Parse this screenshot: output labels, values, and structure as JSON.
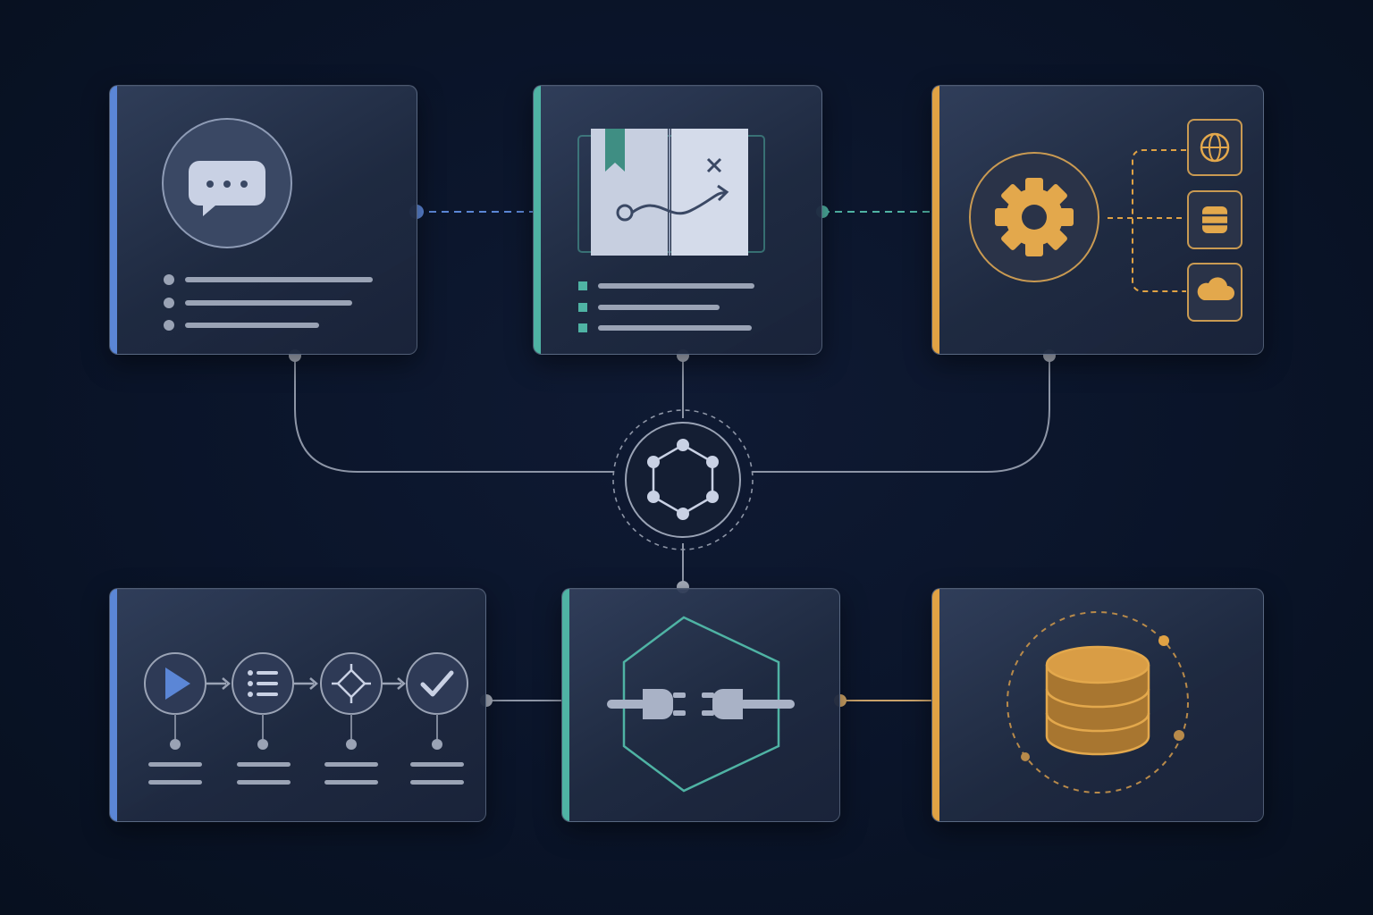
{
  "colors": {
    "background": "#0a1429",
    "accent_blue": "#5b86d6",
    "accent_teal": "#4fb3a4",
    "accent_amber": "#e0a244",
    "line_gray": "#8d95a6",
    "icon_light": "#c9d1e4"
  },
  "diagram": {
    "hub": {
      "icon": "hexagon-network-icon"
    },
    "cards": [
      {
        "id": "chat",
        "accent": "blue",
        "icon": "chat-bubble-icon",
        "list_rows": 3
      },
      {
        "id": "playbook",
        "accent": "teal",
        "icon": "open-book-strategy-icon",
        "list_rows": 3
      },
      {
        "id": "tools",
        "accent": "amber",
        "icon": "gear-icon",
        "sub_icons": [
          "globe-icon",
          "database-icon",
          "cloud-icon"
        ]
      },
      {
        "id": "workflow",
        "accent": "blue",
        "steps": [
          "play-icon",
          "list-icon",
          "decision-icon",
          "check-icon"
        ]
      },
      {
        "id": "integration",
        "accent": "teal",
        "icon": "plug-connector-icon"
      },
      {
        "id": "storage",
        "accent": "amber",
        "icon": "database-icon"
      }
    ],
    "connections": [
      {
        "from": "chat",
        "to": "playbook",
        "style": "dashed"
      },
      {
        "from": "playbook",
        "to": "tools",
        "style": "dashed"
      },
      {
        "from": "chat",
        "to": "hub",
        "style": "solid"
      },
      {
        "from": "playbook",
        "to": "hub",
        "style": "solid"
      },
      {
        "from": "tools",
        "to": "hub",
        "style": "solid"
      },
      {
        "from": "hub",
        "to": "integration",
        "style": "solid"
      },
      {
        "from": "workflow",
        "to": "integration",
        "style": "solid"
      },
      {
        "from": "integration",
        "to": "storage",
        "style": "solid"
      }
    ]
  }
}
